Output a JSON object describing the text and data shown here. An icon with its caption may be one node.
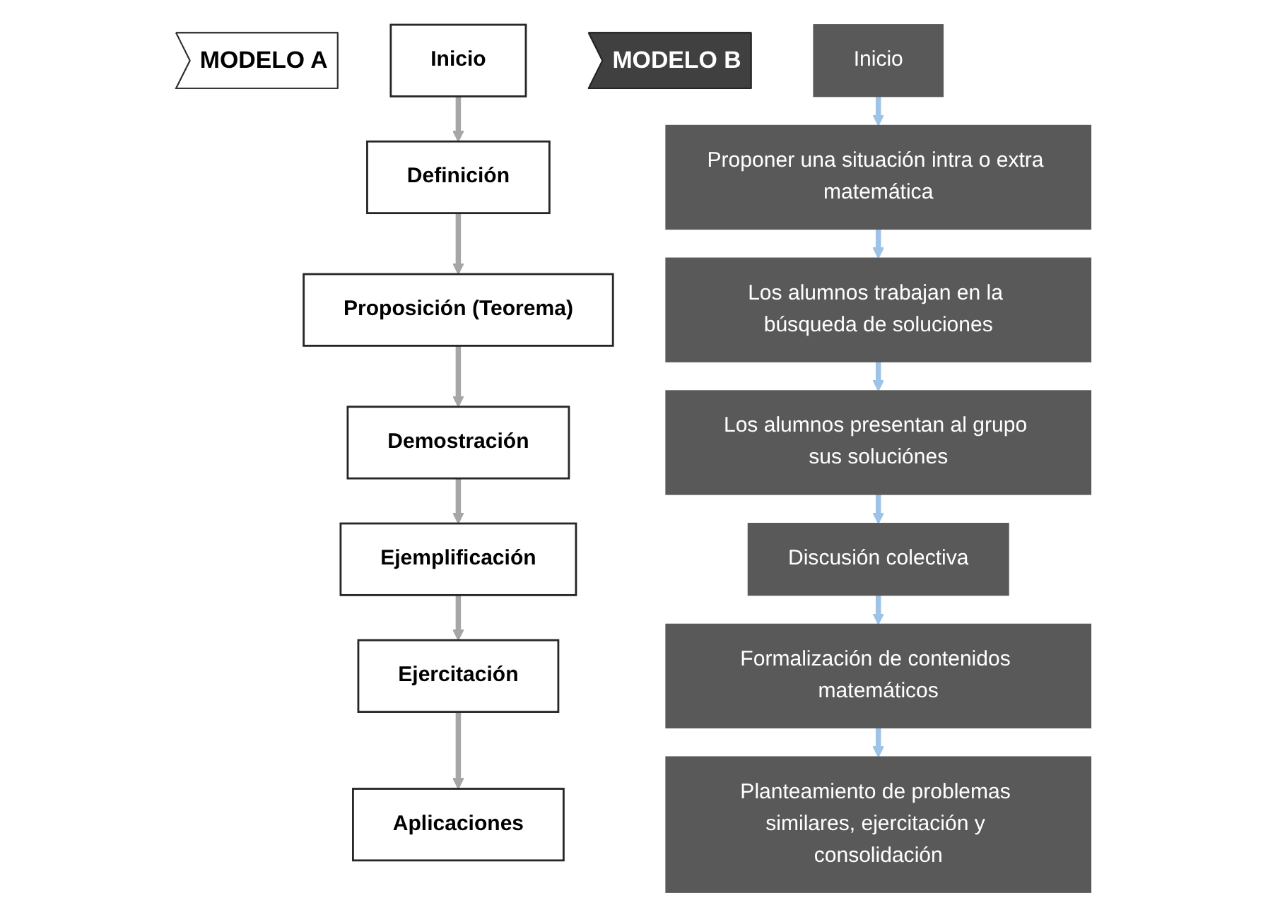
{
  "diagram": {
    "nodes": [
      {
        "text": [
          "MODELO A"
        ]
      },
      {
        "text": [
          "Inicio"
        ]
      },
      {
        "text": [
          "Definición"
        ]
      },
      {
        "text": [
          "Proposición (Teorema)"
        ]
      },
      {
        "text": [
          "Demostración"
        ]
      },
      {
        "text": [
          "Ejemplificación"
        ]
      },
      {
        "text": [
          "Ejercitación"
        ]
      },
      {
        "text": [
          "Aplicaciones"
        ]
      },
      {
        "text": [
          "MODELO B"
        ]
      },
      {
        "text": [
          "Inicio"
        ]
      },
      {
        "text": [
          "Proponer una situación intra o extra matemática"
        ]
      },
      {
        "text": [
          "Los alumnos trabajan en la búsqueda de soluciones"
        ]
      },
      {
        "text": [
          "Los alumnos presentan al grupo sus soluciónes"
        ]
      },
      {
        "text": [
          "Discusión colectiva"
        ]
      },
      {
        "text": [
          "Formalización de contenidos matemáticos"
        ]
      },
      {
        "text": [
          "Planteamiento de problemas similares, ejercitación y consolidación"
        ]
      }
    ],
    "edges": [
      {
        "from": 1,
        "to": 2,
        "arrow": "to"
      },
      {
        "from": 2,
        "to": 3,
        "arrow": "to"
      },
      {
        "from": 3,
        "to": 4,
        "arrow": "to"
      },
      {
        "from": 4,
        "to": 5,
        "arrow": "to"
      },
      {
        "from": 5,
        "to": 6,
        "arrow": "to"
      },
      {
        "from": 6,
        "to": 7,
        "arrow": "to"
      },
      {
        "from": 9,
        "to": 10,
        "arrow": "to",
        "color": "#9dc3e6"
      },
      {
        "from": 10,
        "to": 11,
        "arrow": "to",
        "color": "#9dc3e6"
      },
      {
        "from": 11,
        "to": 12,
        "arrow": "to",
        "color": "#9dc3e6"
      },
      {
        "from": 12,
        "to": 13,
        "arrow": "to",
        "color": "#9dc3e6"
      },
      {
        "from": 13,
        "to": 14,
        "arrow": "to",
        "color": "#9dc3e6"
      },
      {
        "from": 14,
        "to": 15,
        "arrow": "to",
        "color": "#9dc3e6"
      }
    ]
  }
}
